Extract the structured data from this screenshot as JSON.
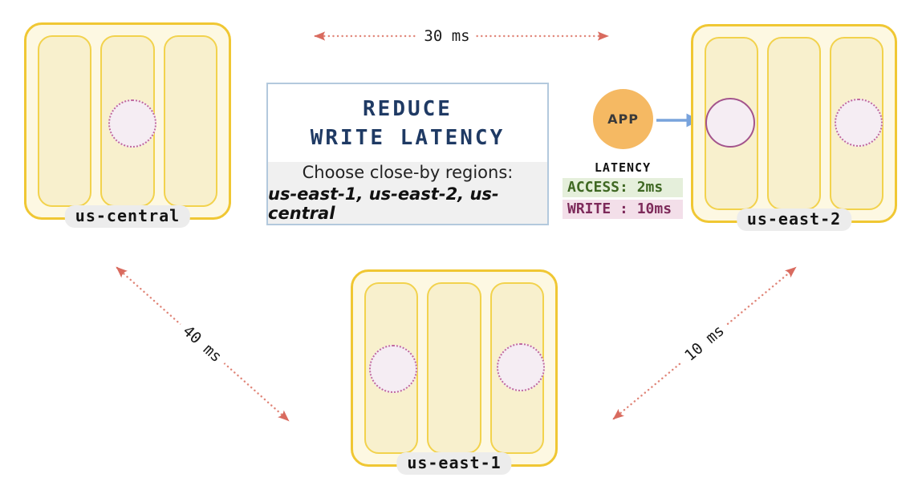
{
  "title_box": {
    "line1": "REDUCE",
    "line2": "WRITE LATENCY",
    "subtitle": "Choose close-by regions:",
    "regions_list": "us-east-1, us-east-2, us-central"
  },
  "app": {
    "label": "APP"
  },
  "latency_panel": {
    "heading": "LATENCY",
    "access": "ACCESS: 2ms",
    "write": "WRITE : 10ms"
  },
  "regions": [
    {
      "name": "us-central",
      "nodes": 3,
      "replicas": [
        "follower"
      ]
    },
    {
      "name": "us-east-2",
      "nodes": 3,
      "replicas": [
        "leader",
        "follower"
      ]
    },
    {
      "name": "us-east-1",
      "nodes": 3,
      "replicas": [
        "follower",
        "follower"
      ]
    }
  ],
  "links": [
    {
      "from": "us-central",
      "to": "us-east-2",
      "label": "30 ms"
    },
    {
      "from": "us-central",
      "to": "us-east-1",
      "label": "40 ms"
    },
    {
      "from": "us-east-1",
      "to": "us-east-2",
      "label": "10 ms"
    }
  ],
  "colors": {
    "region_border": "#f0c733",
    "region_fill": "#fdf8e2",
    "node_border": "#f2d24d",
    "node_fill": "#f8f0cd",
    "replica_dotted_border": "#c0699f",
    "replica_solid_border": "#a3548c",
    "replica_fill": "#f5edf3",
    "app_circle": "#f5b963",
    "blue_arrow": "#79a3dc",
    "latency_arrow": "#e08578",
    "title_navy": "#1f3a64",
    "access_bg": "#e5efdb",
    "access_text": "#3f6823",
    "write_bg": "#f3dfe9",
    "write_text": "#7d2a5a"
  }
}
